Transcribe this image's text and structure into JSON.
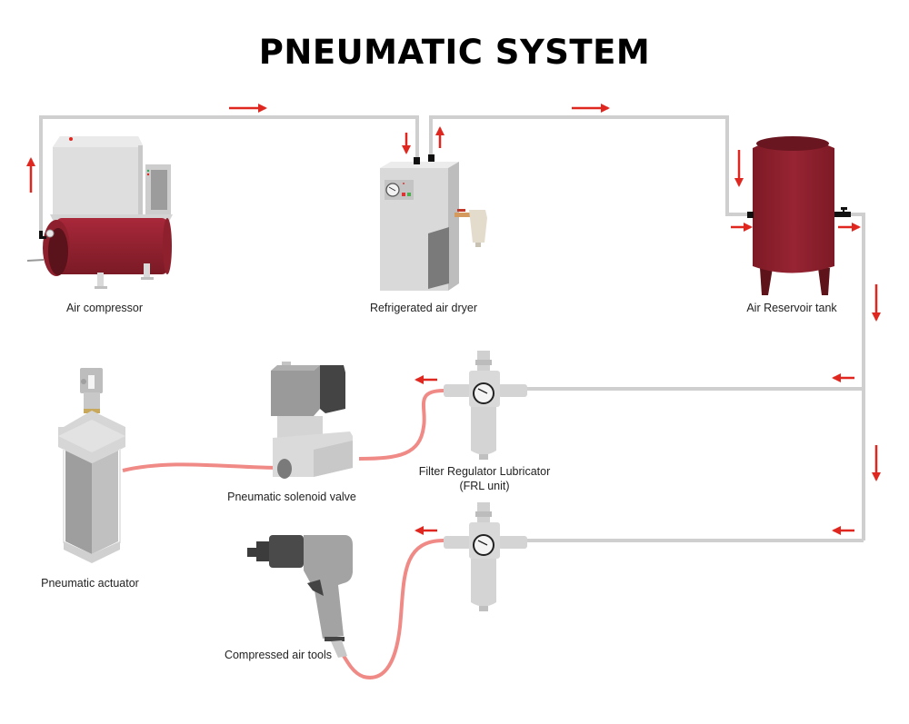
{
  "title": "PNEUMATIC SYSTEM",
  "colors": {
    "pipe": "#cfcfcf",
    "arrow": "#e0271f",
    "hose": "#f08a86",
    "tank_red": "#8e1f2c",
    "tank_dark": "#6a1620",
    "machine_gray": "#dcdcdc"
  },
  "components": {
    "air_compressor": {
      "label": "Air compressor"
    },
    "refrigerated_air_dryer": {
      "label": "Refrigerated air dryer"
    },
    "air_reservoir_tank": {
      "label": "Air Reservoir tank"
    },
    "frl_unit_1": {
      "label_line1": "Filter Regulator Lubricator",
      "label_line2": "(FRL unit)"
    },
    "frl_unit_2": {
      "label_line1": "",
      "label_line2": ""
    },
    "solenoid_valve": {
      "label": "Pneumatic solenoid valve"
    },
    "actuator": {
      "label": "Pneumatic actuator"
    },
    "air_tools": {
      "label": "Compressed air tools"
    }
  },
  "flow_arrows": [
    {
      "segment": "compressor-up",
      "direction": "up"
    },
    {
      "segment": "compressor-to-dryer",
      "direction": "right"
    },
    {
      "segment": "dryer-inlet",
      "direction": "down"
    },
    {
      "segment": "dryer-outlet",
      "direction": "up"
    },
    {
      "segment": "dryer-to-tank",
      "direction": "right"
    },
    {
      "segment": "tank-inlet-vertical",
      "direction": "down"
    },
    {
      "segment": "tank-inlet",
      "direction": "right"
    },
    {
      "segment": "tank-outlet",
      "direction": "right"
    },
    {
      "segment": "main-line-1",
      "direction": "down"
    },
    {
      "segment": "branch-frl-1",
      "direction": "left"
    },
    {
      "segment": "frl-1-to-valve",
      "direction": "left"
    },
    {
      "segment": "main-line-2",
      "direction": "down"
    },
    {
      "segment": "branch-frl-2",
      "direction": "left"
    },
    {
      "segment": "frl-2-to-tool",
      "direction": "left"
    }
  ]
}
